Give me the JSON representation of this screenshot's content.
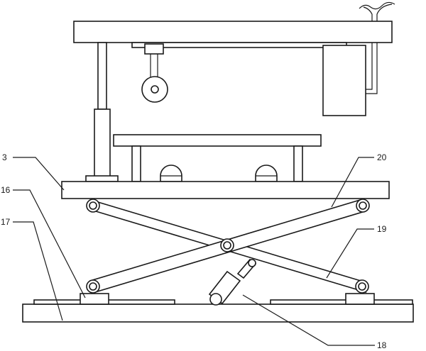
{
  "callouts": {
    "c3": "3",
    "c16": "16",
    "c17": "17",
    "c18": "18",
    "c19": "19",
    "c20": "20"
  },
  "colors": {
    "line": "#1a1a1a",
    "background": "#ffffff"
  }
}
